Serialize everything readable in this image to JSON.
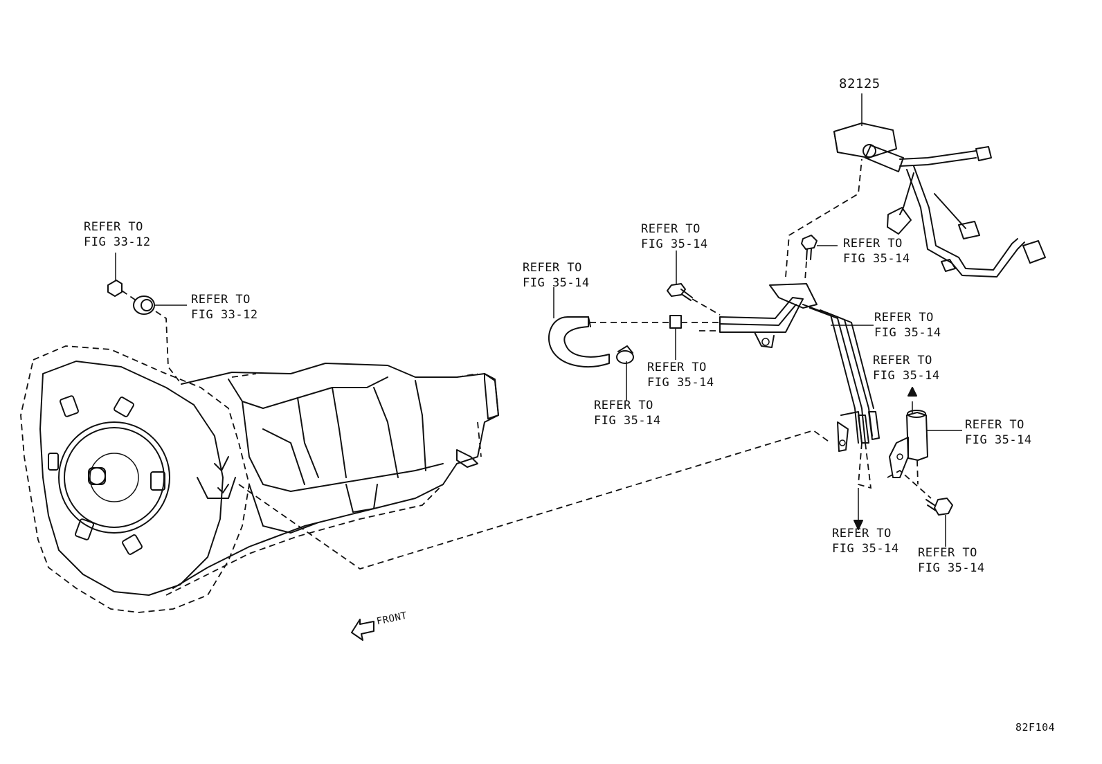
{
  "part_number": "82125",
  "diagram_code": "82F104",
  "front_label": "FRONT",
  "refs": [
    {
      "line1": "REFER TO",
      "line2": "FIG 33-12"
    },
    {
      "line1": "REFER TO",
      "line2": "FIG 33-12"
    },
    {
      "line1": "REFER TO",
      "line2": "FIG 35-14"
    },
    {
      "line1": "REFER TO",
      "line2": "FIG 35-14"
    },
    {
      "line1": "REFER TO",
      "line2": "FIG 35-14"
    },
    {
      "line1": "REFER TO",
      "line2": "FIG 35-14"
    },
    {
      "line1": "REFER TO",
      "line2": "FIG 35-14"
    },
    {
      "line1": "REFER TO",
      "line2": "FIG 35-14"
    },
    {
      "line1": "REFER TO",
      "line2": "FIG 35-14"
    },
    {
      "line1": "REFER TO",
      "line2": "FIG 35-14"
    },
    {
      "line1": "REFER TO",
      "line2": "FIG 35-14"
    },
    {
      "line1": "REFER TO",
      "line2": "FIG 35-14"
    }
  ]
}
